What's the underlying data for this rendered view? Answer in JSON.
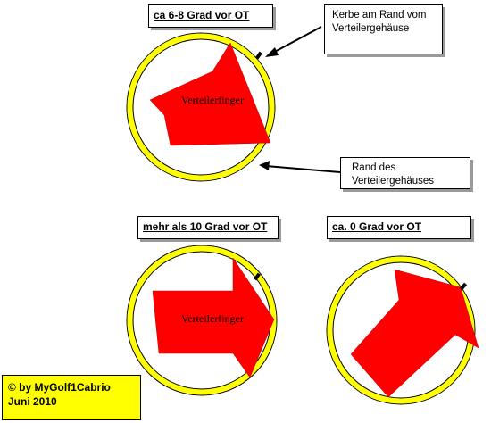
{
  "labels": {
    "top": "ca 6-8 Grad vor OT",
    "bottom_left": "mehr als 10 Grad vor OT",
    "bottom_right": "ca. 0 Grad vor OT"
  },
  "callouts": {
    "notch": "Kerbe am Rand vom Verteilergehäuse",
    "rim": "Rand des Verteilergehäuses"
  },
  "finger_label": "Verteilerfinger",
  "copyright": {
    "line1": "© by MyGolf1Cabrio",
    "line2": "Juni 2010"
  },
  "colors": {
    "ring": "#ffff00",
    "arrow": "#ff0000",
    "copyright_bg": "#ffff00"
  }
}
